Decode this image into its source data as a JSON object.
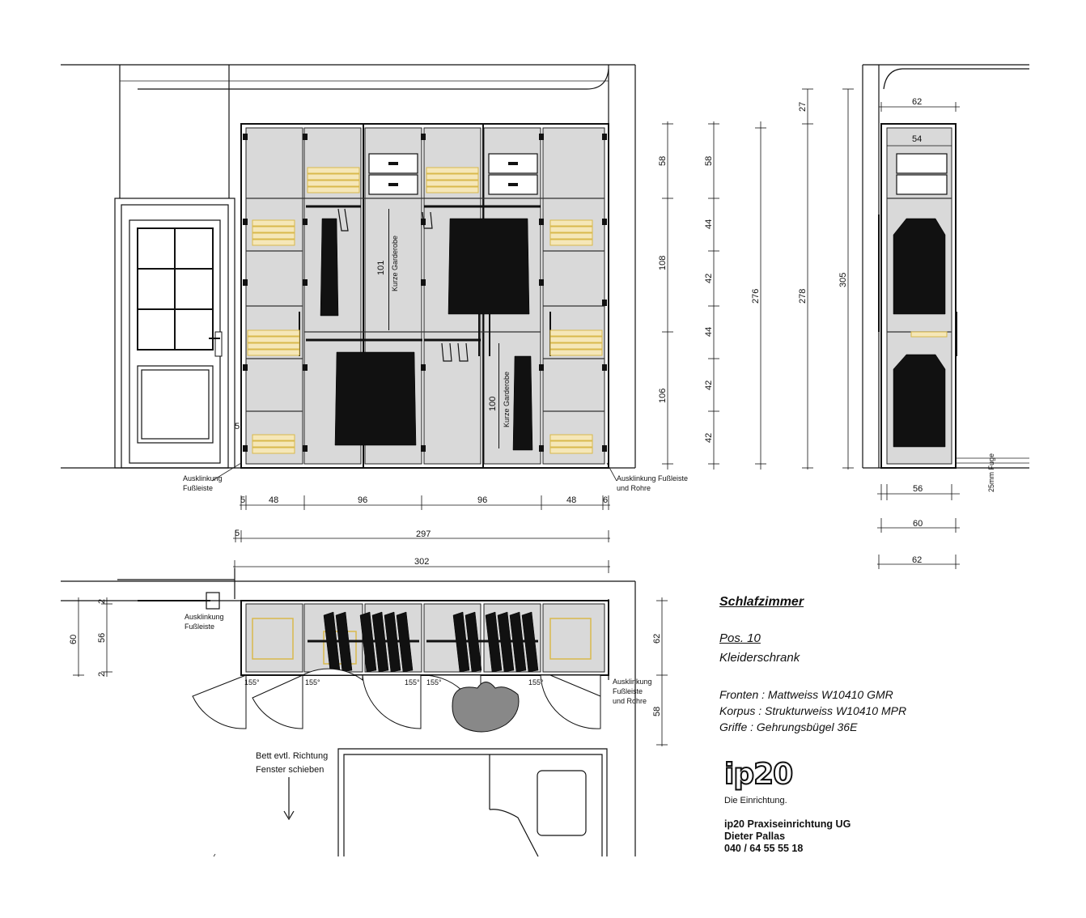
{
  "title_block": {
    "room": "Schlafzimmer",
    "position": "Pos. 10",
    "item": "Kleiderschrank",
    "fronts": "Fronten : Mattweiss W10410 GMR",
    "body": "Korpus : Strukturweiss W10410 MPR",
    "handles": "Griffe : Gehrungsbügel 36E",
    "logo": "ip20",
    "tagline": "Die Einrichtung.",
    "company": "ip20 Praxiseinrichtung UG",
    "person": "Dieter Pallas",
    "phone": "040 / 64 55 55 18"
  },
  "notes": {
    "cutout_left": [
      "Ausklinkung",
      "Fußleiste"
    ],
    "cutout_right": [
      "Ausklinkung Fußleiste",
      "und Rohre"
    ],
    "plan_cutout_left": [
      "Ausklinkung",
      "Fußleiste"
    ],
    "plan_cutout_right": [
      "Ausklinkung",
      "Fußleiste",
      "und Rohre"
    ],
    "bed": [
      "Bett evtl. Richtung",
      "Fenster schieben"
    ],
    "short_wardrobe_1": "Kurze Garderobe",
    "short_wardrobe_1_height": "101",
    "short_wardrobe_2": "Kurze Garderobe",
    "short_wardrobe_2_height": "100",
    "joint": "25mm Fuge"
  },
  "front_dims": {
    "widths": [
      "5",
      "48",
      "96",
      "96",
      "48",
      "6"
    ],
    "inner_total": "297",
    "inner_offset": "5",
    "outer_total": "302",
    "plinth_left": "5",
    "heights_a": [
      "58",
      "108",
      "106"
    ],
    "heights_b": [
      "58",
      "44",
      "42",
      "44",
      "42",
      "42"
    ],
    "total_inner": "276",
    "total_body": "278",
    "top_gap": "27",
    "room_height": "305"
  },
  "side_dims": {
    "top_outer": "62",
    "top_inner": "54",
    "bottom_a": "56",
    "bottom_b": "60",
    "bottom_c": "62"
  },
  "plan_dims": {
    "left_outer": "60",
    "left_inner": "56",
    "left_small": "2",
    "left_top": "2",
    "right_depth": "62",
    "right_swing": "58",
    "angles": [
      "155°",
      "155°",
      "155°",
      "155°",
      "155°"
    ]
  }
}
